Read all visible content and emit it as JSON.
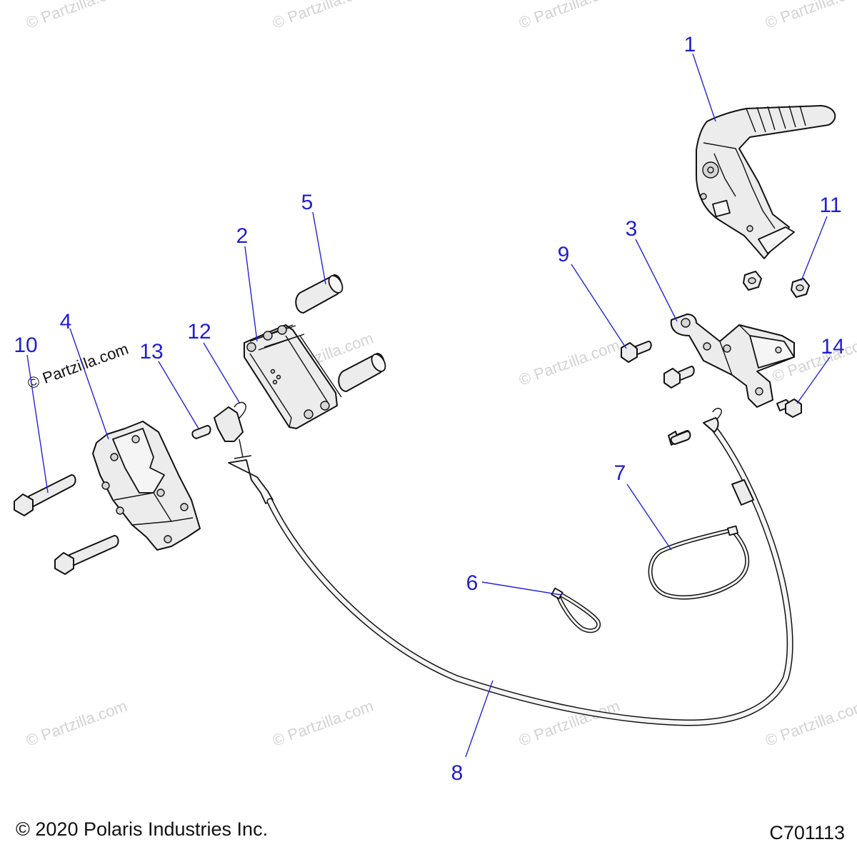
{
  "watermark": "© Partzilla.com",
  "callouts": [
    {
      "id": "1",
      "label": "1"
    },
    {
      "id": "2",
      "label": "2"
    },
    {
      "id": "3",
      "label": "3"
    },
    {
      "id": "4",
      "label": "4"
    },
    {
      "id": "5",
      "label": "5"
    },
    {
      "id": "6",
      "label": "6"
    },
    {
      "id": "7",
      "label": "7"
    },
    {
      "id": "8",
      "label": "8"
    },
    {
      "id": "9",
      "label": "9"
    },
    {
      "id": "10",
      "label": "10"
    },
    {
      "id": "11",
      "label": "11"
    },
    {
      "id": "12",
      "label": "12"
    },
    {
      "id": "13",
      "label": "13"
    },
    {
      "id": "14",
      "label": "14"
    }
  ],
  "footer": {
    "copyright": "© 2020 Polaris Industries Inc.",
    "diagram_code": "C701113"
  },
  "colors": {
    "callout": "#1f1fd0",
    "line": "#111111",
    "part_fill": "#ececec",
    "watermark": "#d3d3d3"
  }
}
